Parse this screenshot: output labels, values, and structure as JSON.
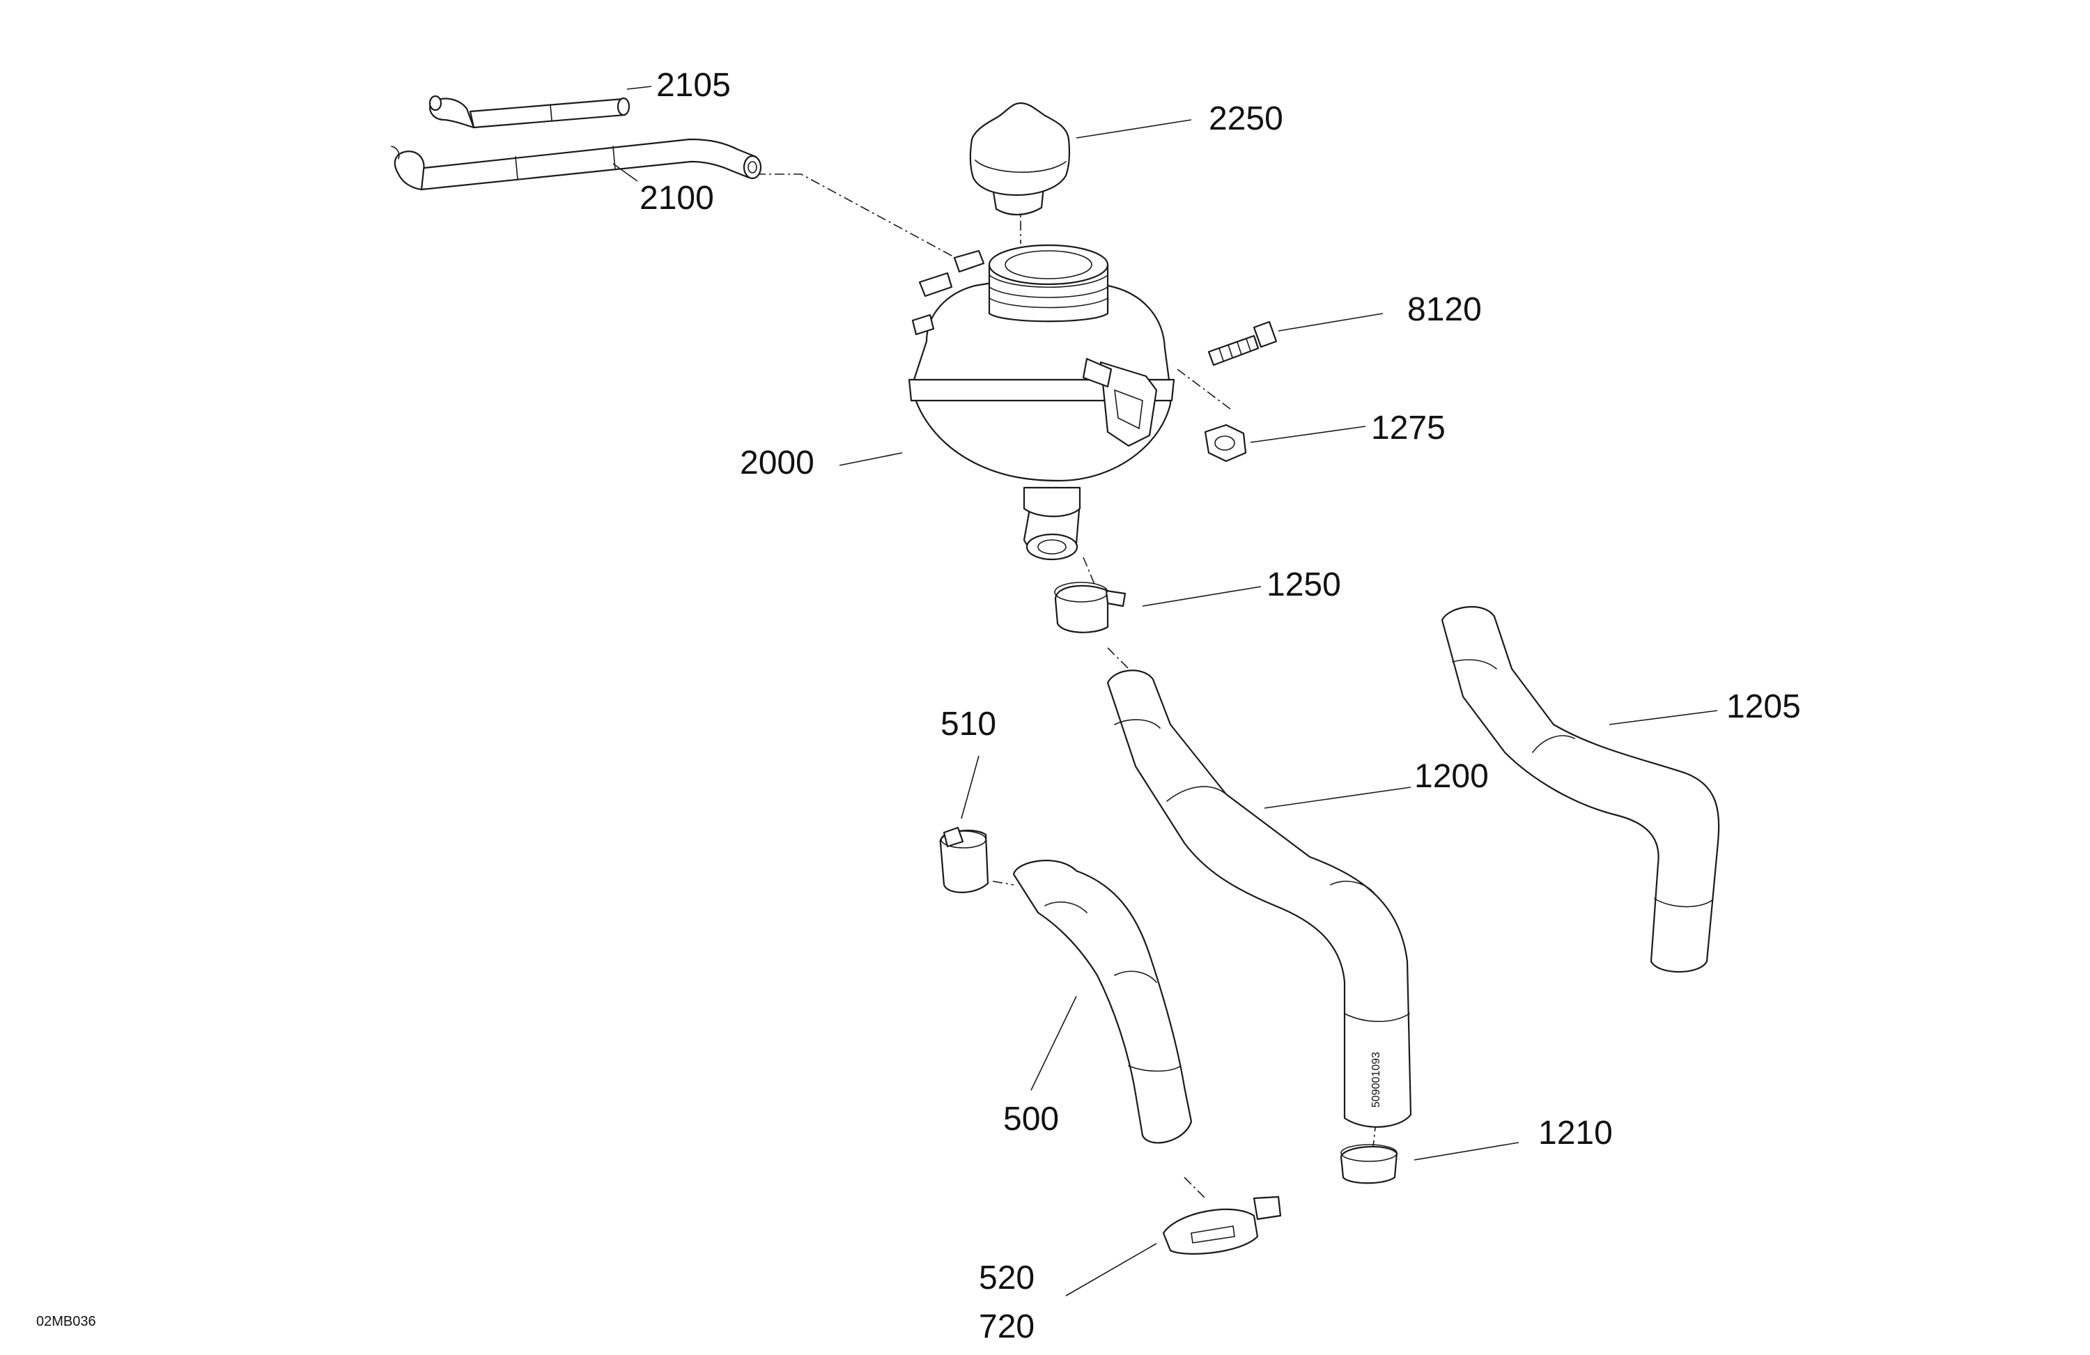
{
  "callouts": {
    "c2105": "2105",
    "c2100": "2100",
    "c2250": "2250",
    "c8120": "8120",
    "c1275": "1275",
    "c2000": "2000",
    "c1250": "1250",
    "c1205": "1205",
    "c510": "510",
    "c1200": "1200",
    "c500": "500",
    "c1210": "1210",
    "c520": "520",
    "c720": "720"
  },
  "hose_marking": "509001093",
  "figure_ref": "02MB036"
}
